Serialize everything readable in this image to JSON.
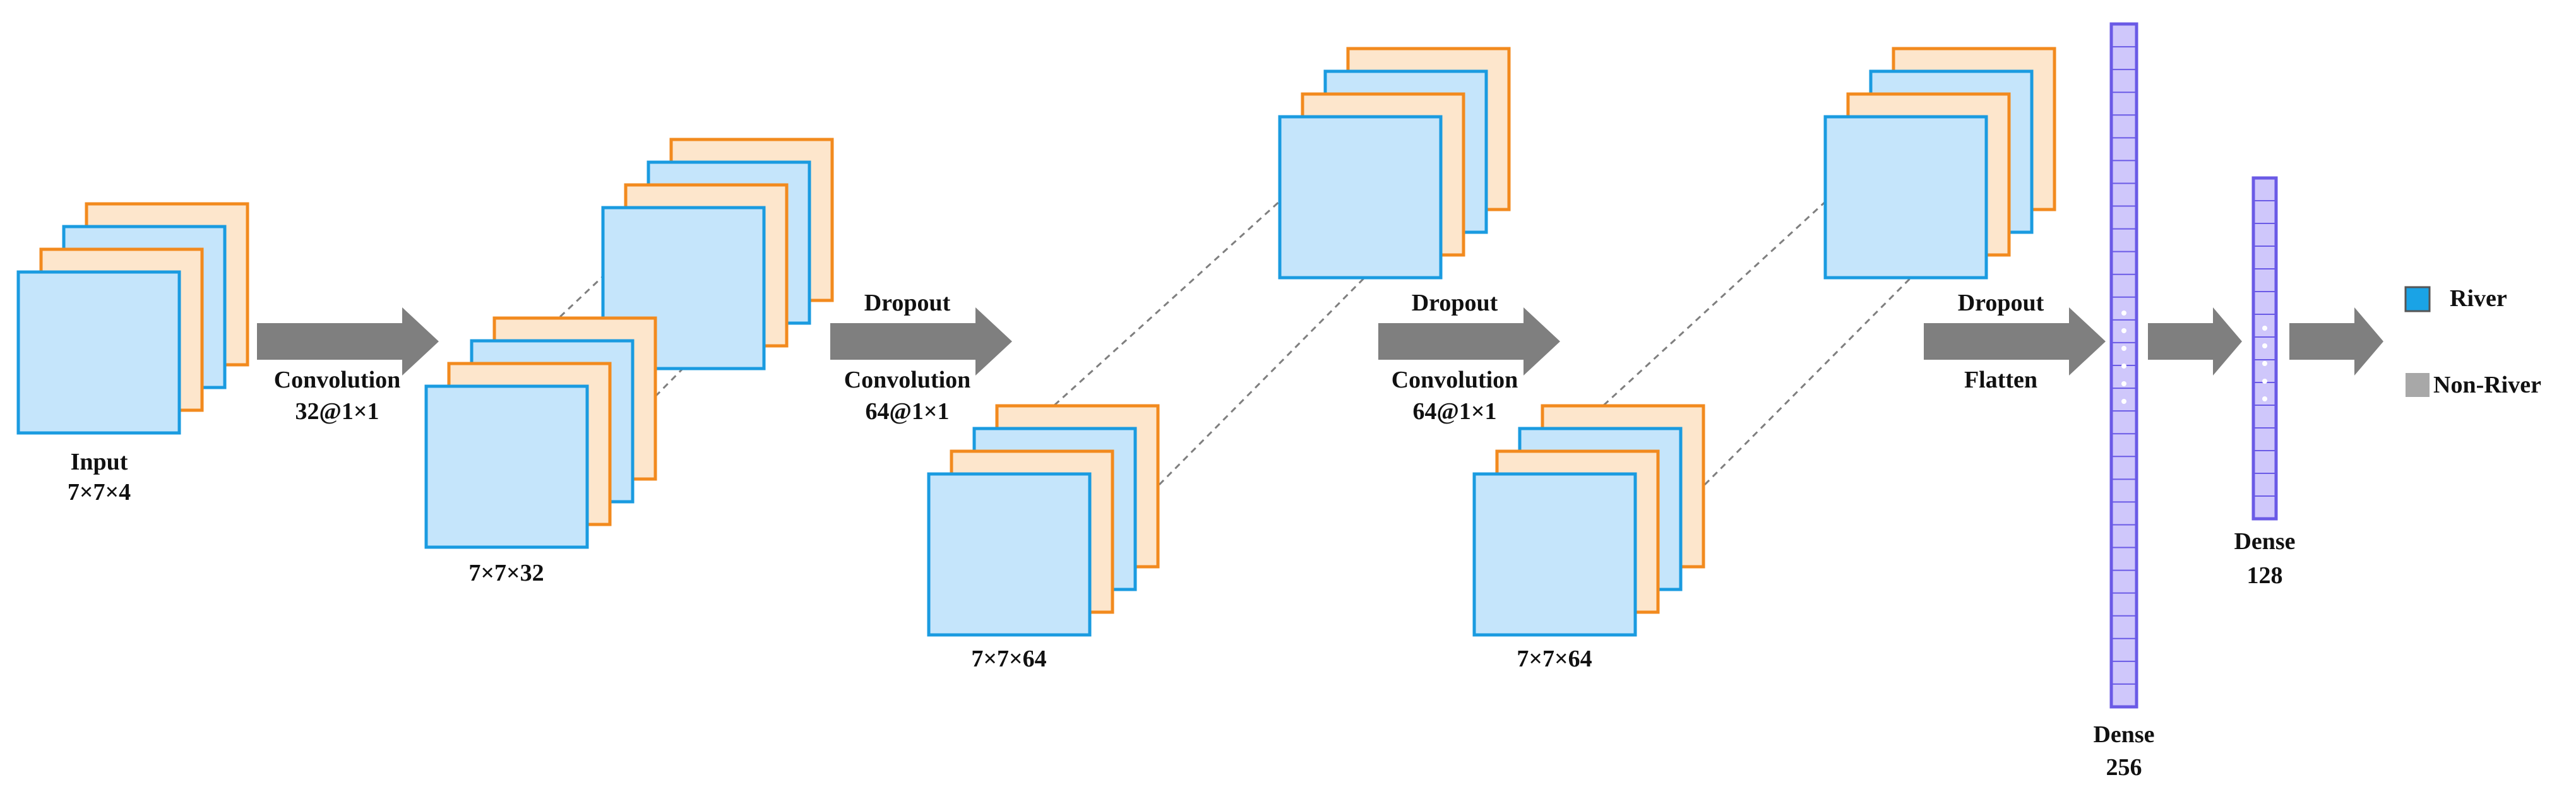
{
  "colors": {
    "map_fill": "#c5e5fb",
    "map_stroke": "#1a9be0",
    "feat_fill": "#fde6cc",
    "feat_stroke": "#f28a1e",
    "arrow": "#7f7f7f",
    "dashed": "#7f7f7f",
    "dense_fill": "#cfc7fb",
    "dense_stroke": "#6a5ae6",
    "legend_river": "#1aa3e6",
    "legend_nonriver": "#a8a8a8"
  },
  "input": {
    "title": "Input",
    "dims": "7×7×4"
  },
  "layer1": {
    "dims": "7×7×32"
  },
  "layer2": {
    "dims": "7×7×64"
  },
  "layer3": {
    "dims": "7×7×64"
  },
  "ops": {
    "conv1": {
      "name": "Convolution",
      "param": "32@1×1"
    },
    "conv2": {
      "top": "Dropout",
      "name": "Convolution",
      "param": "64@1×1"
    },
    "conv3": {
      "top": "Dropout",
      "name": "Convolution",
      "param": "64@1×1"
    },
    "flatten": {
      "top": "Dropout",
      "name": "Flatten"
    }
  },
  "dense256": {
    "title": "Dense",
    "units": "256"
  },
  "dense128": {
    "title": "Dense",
    "units": "128"
  },
  "legend": {
    "river": "River",
    "nonriver": "Non-River"
  }
}
